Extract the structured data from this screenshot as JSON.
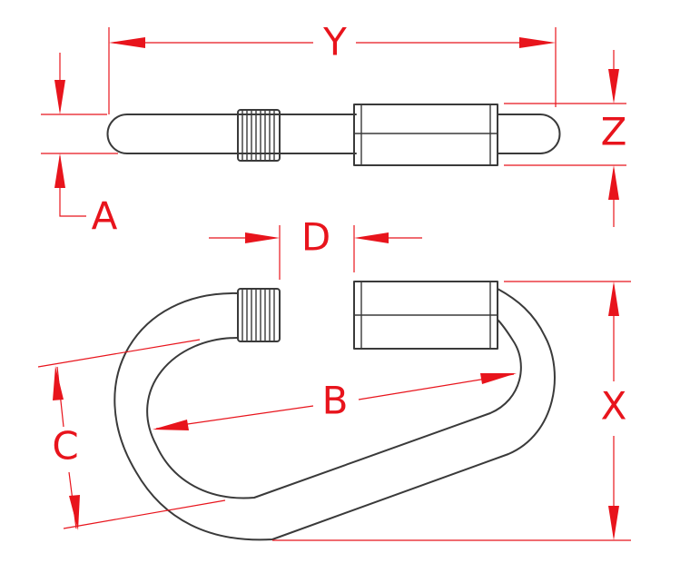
{
  "labels": {
    "Y": "Y",
    "Z": "Z",
    "A": "A",
    "D": "D",
    "B": "B",
    "X": "X",
    "C": "C"
  },
  "colors": {
    "dimension": "#e8141c",
    "outline": "#3a3a3a"
  }
}
